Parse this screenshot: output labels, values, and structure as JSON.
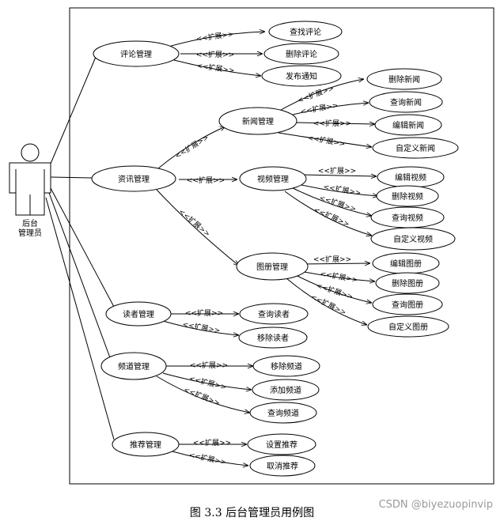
{
  "actor": {
    "line1": "后台",
    "line2": "管理员"
  },
  "extend_label": "<<扩展>>",
  "use_cases": {
    "comment": "评论管理",
    "find_comment": "查找评论",
    "delete_comment": "删除评论",
    "publish_notice": "发布通知",
    "info": "资讯管理",
    "news": "新闻管理",
    "delete_news": "删除新闻",
    "query_news": "查询新闻",
    "edit_news": "编辑新闻",
    "custom_news": "自定义新闻",
    "video": "视频管理",
    "edit_video": "编辑视频",
    "delete_video": "删除视频",
    "query_video": "查询视频",
    "custom_video": "自定义视频",
    "album": "图册管理",
    "edit_album": "编辑图册",
    "delete_album": "删除图册",
    "query_album": "查询图册",
    "custom_album": "自定义图册",
    "reader": "读者管理",
    "query_reader": "查询读者",
    "remove_reader": "移除读者",
    "channel": "频道管理",
    "remove_channel": "移除频道",
    "add_channel": "添加频道",
    "query_channel": "查询频道",
    "recommend": "推荐管理",
    "set_recommend": "设置推荐",
    "cancel_recommend": "取消推荐"
  },
  "caption": "图 3.3  后台管理员用例图",
  "watermark": "CSDN @biyezuopinvip"
}
